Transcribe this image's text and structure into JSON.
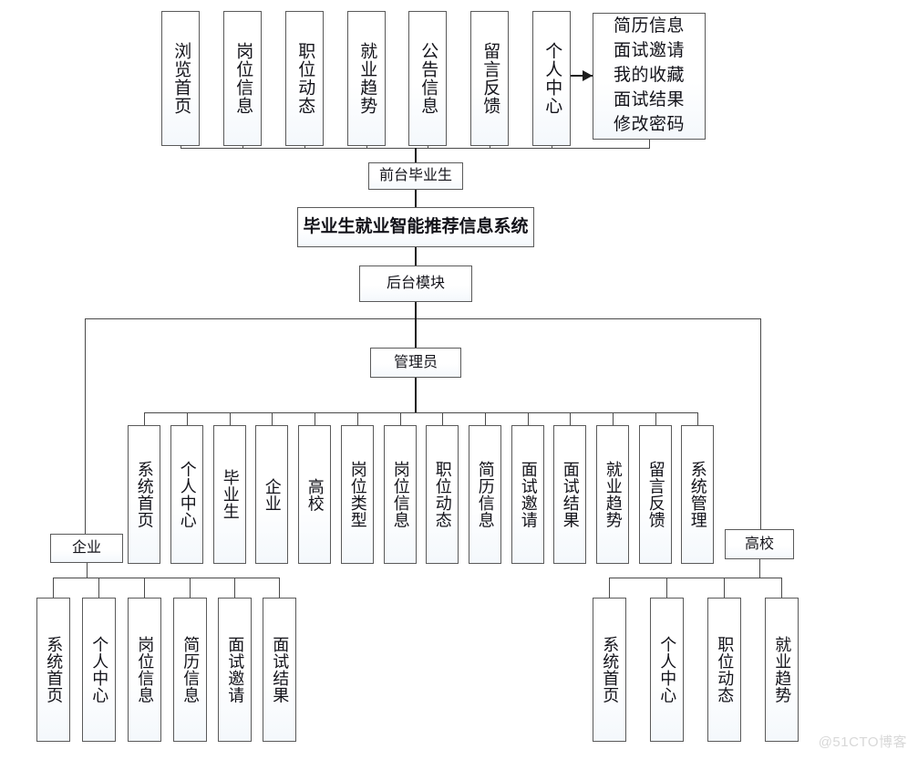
{
  "diagram": {
    "title": "毕业生就业智能推荐信息系统",
    "watermark": "@51CTO博客",
    "root": {
      "label": "毕业生就业智能推荐信息系统"
    },
    "frontend": {
      "label": "前台毕业生",
      "items": [
        {
          "label": "浏览首页"
        },
        {
          "label": "岗位信息"
        },
        {
          "label": "职位动态"
        },
        {
          "label": "就业趋势"
        },
        {
          "label": "公告信息"
        },
        {
          "label": "留言反馈"
        },
        {
          "label": "个人中心"
        }
      ],
      "personal_center_detail": {
        "label": "简历信息\n面试邀请\n我的收藏\n面试结果\n修改密码",
        "lines": [
          "简历信息",
          "面试邀请",
          "我的收藏",
          "面试结果",
          "修改密码"
        ]
      }
    },
    "backend": {
      "label": "后台模块",
      "admin": {
        "label": "管理员",
        "items": [
          {
            "label": "系统首页"
          },
          {
            "label": "个人中心"
          },
          {
            "label": "毕业生"
          },
          {
            "label": "企业"
          },
          {
            "label": "高校"
          },
          {
            "label": "岗位类型"
          },
          {
            "label": "岗位信息"
          },
          {
            "label": "职位动态"
          },
          {
            "label": "简历信息"
          },
          {
            "label": "面试邀请"
          },
          {
            "label": "面试结果"
          },
          {
            "label": "就业趋势"
          },
          {
            "label": "留言反馈"
          },
          {
            "label": "系统管理"
          }
        ]
      },
      "enterprise": {
        "label": "企业",
        "items": [
          {
            "label": "系统首页"
          },
          {
            "label": "个人中心"
          },
          {
            "label": "岗位信息"
          },
          {
            "label": "简历信息"
          },
          {
            "label": "面试邀请"
          },
          {
            "label": "面试结果"
          }
        ]
      },
      "university": {
        "label": "高校",
        "items": [
          {
            "label": "系统首页"
          },
          {
            "label": "个人中心"
          },
          {
            "label": "职位动态"
          },
          {
            "label": "就业趋势"
          }
        ]
      }
    }
  }
}
